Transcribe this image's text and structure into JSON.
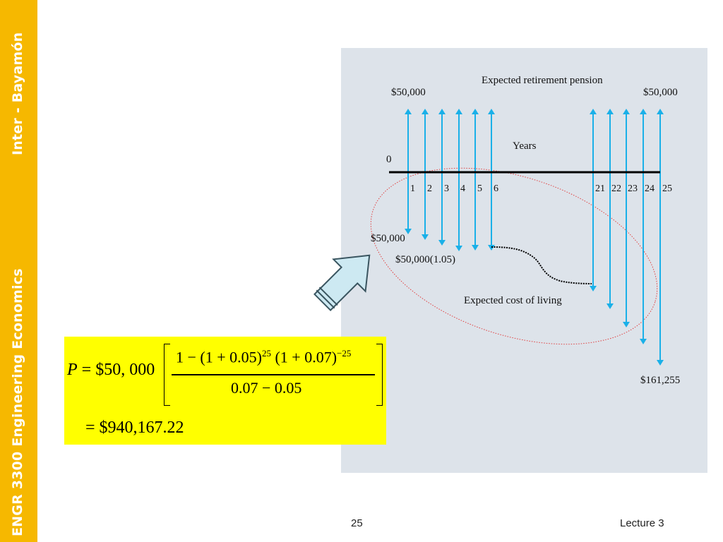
{
  "sidebar": {
    "top_text": "Inter - Bayamón",
    "bottom_text": "ENGR 3300 Engineering Economics",
    "color": "#f6b800"
  },
  "diagram": {
    "title": "Expected retirement pension",
    "axis_label": "Years",
    "zero_label": "0",
    "top_left_amount": "$50,000",
    "top_right_amount": "$50,000",
    "bottom_left_amount": "$50,000",
    "second_cost_amount": "$50,000(1.05)",
    "cost_label": "Expected cost of living",
    "bottom_right_amount": "$161,255",
    "year_labels": [
      "1",
      "2",
      "3",
      "4",
      "5",
      "6",
      "21",
      "22",
      "23",
      "24",
      "25"
    ],
    "arrow_color": "#1ab0e8"
  },
  "formula": {
    "lhs_var": "P",
    "lhs_rest": " = $50, 000",
    "num_a": "1 − (1 + 0.05)",
    "exp_a": "25",
    "num_b": "(1 + 0.07)",
    "exp_b": "−25",
    "denominator": "0.07 − 0.05",
    "result": "=  $940,167.22",
    "background": "#ffff00"
  },
  "footer": {
    "page_number": "25",
    "lecture": "Lecture 3"
  }
}
